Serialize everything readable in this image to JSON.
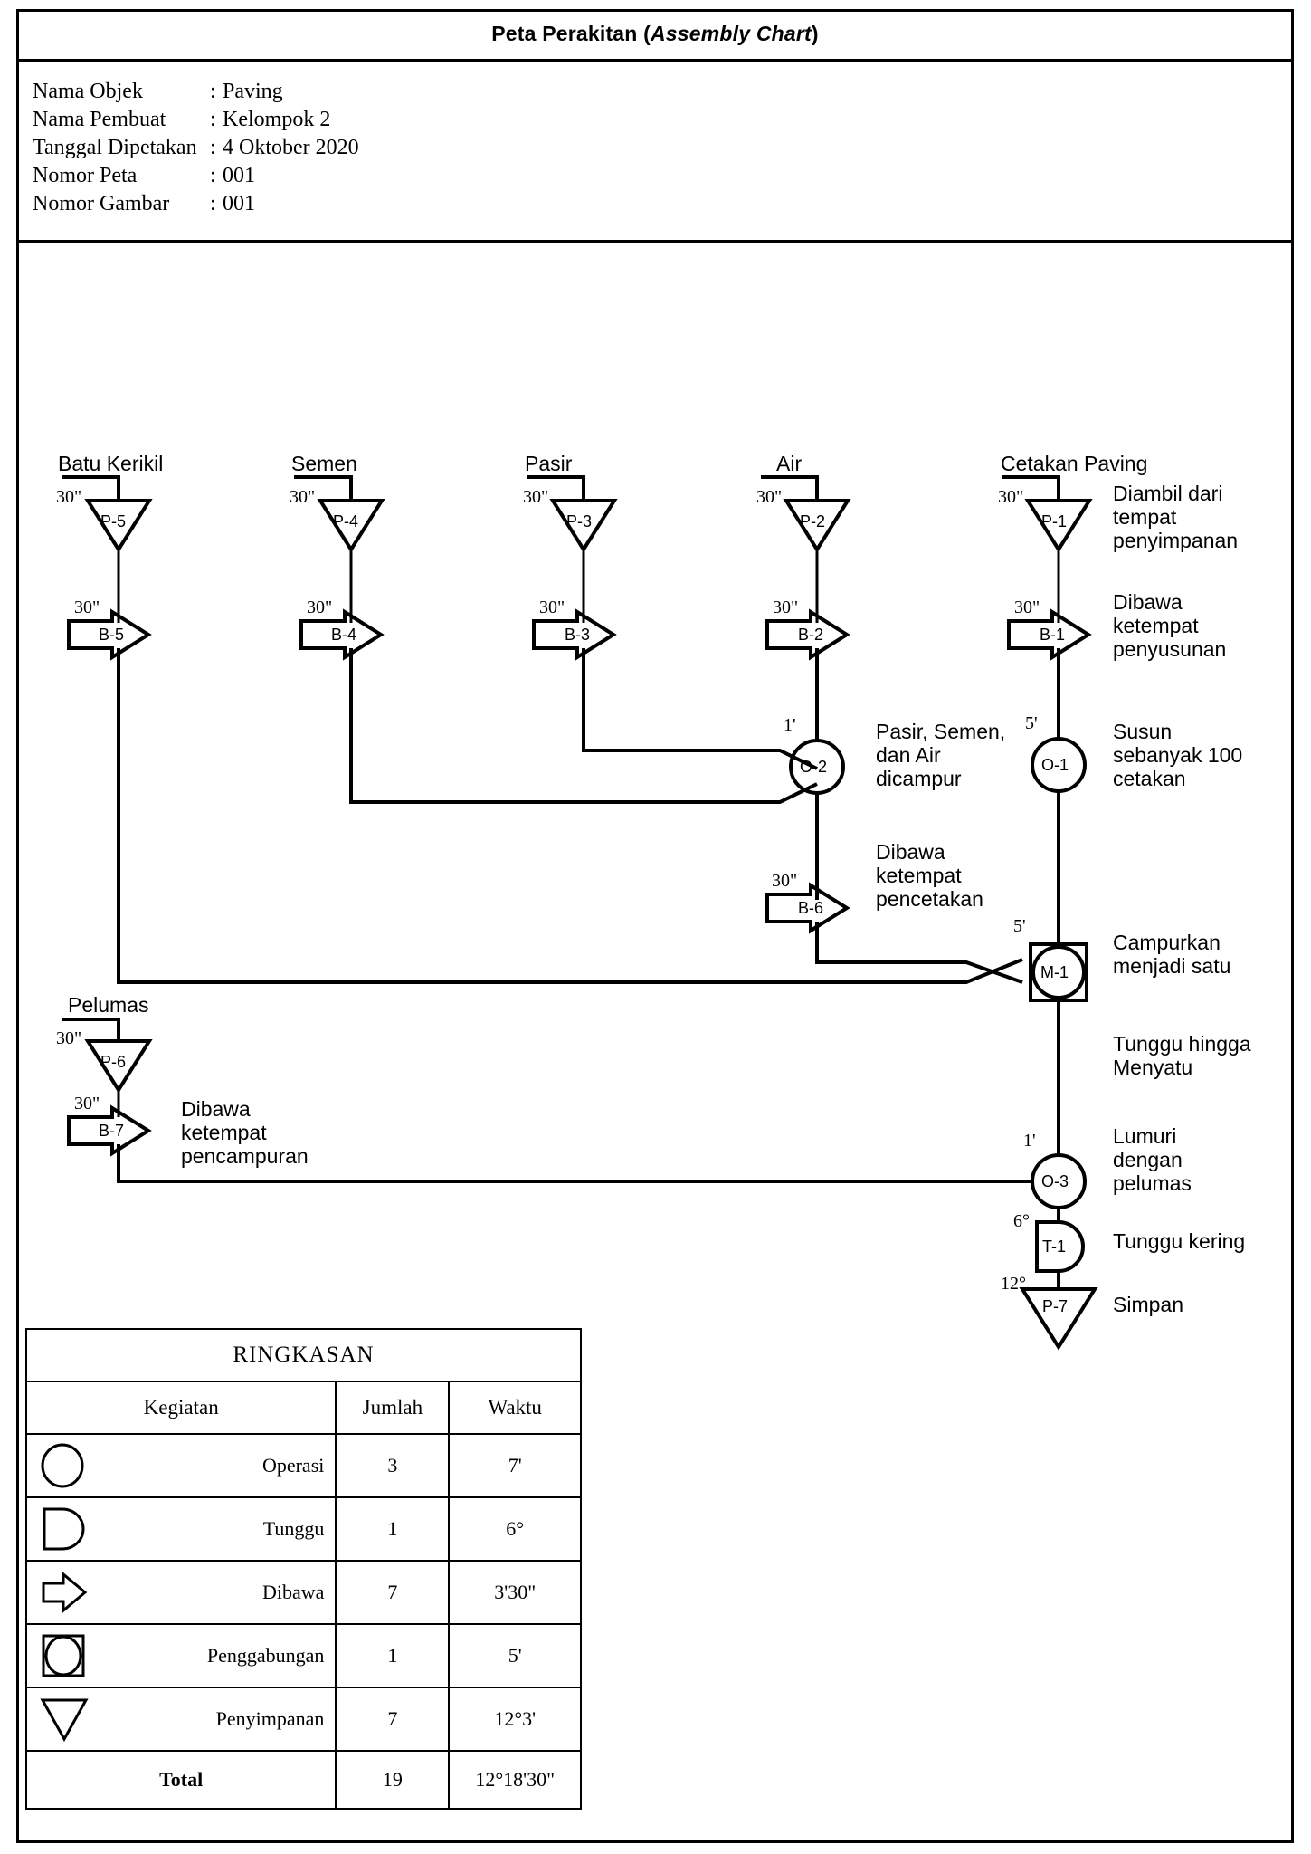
{
  "header": {
    "title_main": "Peta Perakitan (",
    "title_italic": "Assembly Chart",
    "title_close": ")",
    "info": [
      {
        "label": "Nama Objek",
        "sep": ":",
        "value": "Paving"
      },
      {
        "label": "Nama Pembuat",
        "sep": ":",
        "value": "Kelompok 2"
      },
      {
        "label": "Tanggal Dipetakan",
        "sep": ":",
        "value": "4 Oktober 2020"
      },
      {
        "label": "Nomor Peta",
        "sep": ":",
        "value": "001"
      },
      {
        "label": "Nomor Gambar",
        "sep": ":",
        "value": "001"
      }
    ]
  },
  "chart_data": {
    "type": "diagram",
    "title": "Peta Perakitan (Assembly Chart)",
    "components": [
      {
        "name": "Batu Kerikil",
        "column": 1
      },
      {
        "name": "Semen",
        "column": 2
      },
      {
        "name": "Pasir",
        "column": 3
      },
      {
        "name": "Air",
        "column": 4
      },
      {
        "name": "Cetakan Paving",
        "column": 5
      },
      {
        "name": "Pelumas",
        "column": 1
      }
    ],
    "nodes": [
      {
        "id": "P-5",
        "type": "storage",
        "time": "30\"",
        "component": "Batu Kerikil"
      },
      {
        "id": "P-4",
        "type": "storage",
        "time": "30\"",
        "component": "Semen"
      },
      {
        "id": "P-3",
        "type": "storage",
        "time": "30\"",
        "component": "Pasir"
      },
      {
        "id": "P-2",
        "type": "storage",
        "time": "30\"",
        "component": "Air"
      },
      {
        "id": "P-1",
        "type": "storage",
        "time": "30\"",
        "component": "Cetakan Paving",
        "desc": "Diambil dari\ntempat\npenyimpanan"
      },
      {
        "id": "B-5",
        "type": "transport",
        "time": "30\"",
        "component": "Batu Kerikil"
      },
      {
        "id": "B-4",
        "type": "transport",
        "time": "30\"",
        "component": "Semen"
      },
      {
        "id": "B-3",
        "type": "transport",
        "time": "30\"",
        "component": "Pasir"
      },
      {
        "id": "B-2",
        "type": "transport",
        "time": "30\"",
        "component": "Air"
      },
      {
        "id": "B-1",
        "type": "transport",
        "time": "30\"",
        "component": "Cetakan Paving",
        "desc": "Dibawa\nketempat\npenyusunan"
      },
      {
        "id": "O-2",
        "type": "operation",
        "time": "1'",
        "desc": "Pasir, Semen,\ndan Air\ndicampur"
      },
      {
        "id": "O-1",
        "type": "operation",
        "time": "5'",
        "desc": "Susun\nsebanyak 100\ncetakan"
      },
      {
        "id": "B-6",
        "type": "transport",
        "time": "30\"",
        "desc": "Dibawa\nketempat\npencetakan"
      },
      {
        "id": "M-1",
        "type": "merge",
        "time": "5'",
        "desc": "Campurkan\nmenjadi satu"
      },
      {
        "id": "P-6",
        "type": "storage",
        "time": "30\"",
        "component": "Pelumas"
      },
      {
        "id": "B-7",
        "type": "transport",
        "time": "30\"",
        "component": "Pelumas",
        "desc": "Dibawa\nketempat\npencampuran"
      },
      {
        "id": "O-3",
        "type": "operation",
        "time": "1'",
        "desc": "Lumuri\ndengan\npelumas"
      },
      {
        "id": "T-1",
        "type": "delay",
        "time": "6°",
        "desc": "Tunggu kering"
      },
      {
        "id": "P-7",
        "type": "storage",
        "time": "12°",
        "desc": "Simpan"
      }
    ],
    "free_notes": [
      {
        "text": "Tunggu hingga\nMenyatu"
      }
    ]
  },
  "diagram": {
    "components": {
      "batu_kerikil": "Batu Kerikil",
      "semen": "Semen",
      "pasir": "Pasir",
      "air": "Air",
      "cetakan_paving": "Cetakan Paving",
      "pelumas": "Pelumas"
    },
    "times": {
      "p5": "30\"",
      "p4": "30\"",
      "p3": "30\"",
      "p2": "30\"",
      "p1": "30\"",
      "b5": "30\"",
      "b4": "30\"",
      "b3": "30\"",
      "b2": "30\"",
      "b1": "30\"",
      "o2": "1'",
      "o1": "5'",
      "b6": "30\"",
      "m1": "5'",
      "p6": "30\"",
      "b7": "30\"",
      "o3": "1'",
      "t1": "6°",
      "p7": "12°"
    },
    "ids": {
      "p5": "P-5",
      "p4": "P-4",
      "p3": "P-3",
      "p2": "P-2",
      "p1": "P-1",
      "b5": "B-5",
      "b4": "B-4",
      "b3": "B-3",
      "b2": "B-2",
      "b1": "B-1",
      "o2": "O-2",
      "o1": "O-1",
      "b6": "B-6",
      "m1": "M-1",
      "p6": "P-6",
      "b7": "B-7",
      "o3": "O-3",
      "t1": "T-1",
      "p7": "P-7"
    },
    "descriptions": {
      "p1": "Diambil dari\ntempat\npenyimpanan",
      "b1": "Dibawa\nketempat\npenyusunan",
      "o2": "Pasir, Semen,\ndan Air\ndicampur",
      "o1": "Susun\nsebanyak 100\ncetakan",
      "b6": "Dibawa\nketempat\npencetakan",
      "m1": "Campurkan\nmenjadi satu",
      "b7": "Dibawa\nketempat\npencampuran",
      "wait_merge": "Tunggu hingga\nMenyatu",
      "o3": "Lumuri\ndengan\npelumas",
      "t1": "Tunggu kering",
      "p7": "Simpan"
    }
  },
  "summary": {
    "title": "RINGKASAN",
    "columns": [
      "Kegiatan",
      "Jumlah",
      "Waktu"
    ],
    "rows": [
      {
        "icon": "circle",
        "activity": "Operasi",
        "count": "3",
        "time": "7'"
      },
      {
        "icon": "d-shape",
        "activity": "Tunggu",
        "count": "1",
        "time": "6°"
      },
      {
        "icon": "arrow",
        "activity": "Dibawa",
        "count": "7",
        "time": "3'30\""
      },
      {
        "icon": "squircle",
        "activity": "Penggabungan",
        "count": "1",
        "time": "5'"
      },
      {
        "icon": "triangle",
        "activity": "Penyimpanan",
        "count": "7",
        "time": "12°3'"
      }
    ],
    "total": {
      "label": "Total",
      "count": "19",
      "time": "12°18'30\""
    }
  }
}
